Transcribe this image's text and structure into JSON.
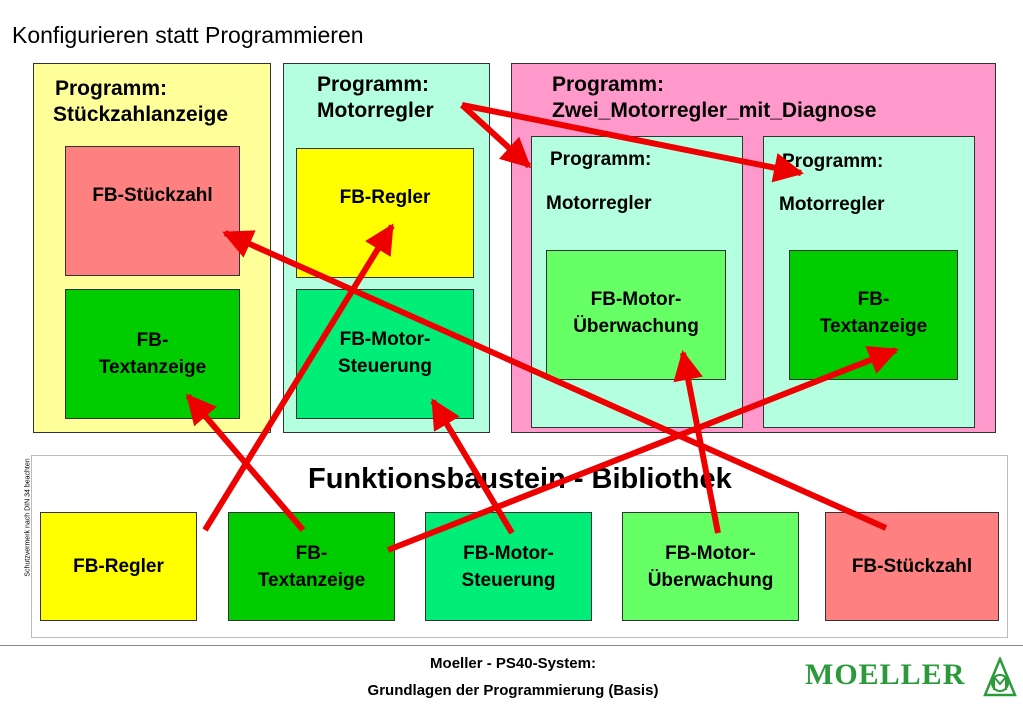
{
  "page_title": "Konfigurieren statt Programmieren",
  "colors": {
    "yellow_panel": "#ffff99",
    "mint_panel": "#b3ffdf",
    "pink_panel": "#ff99cc",
    "yellow_block": "#ffff00",
    "green_block": "#00cc00",
    "teal_block": "#00ee77",
    "light_green_block": "#66ff66",
    "salmon_block": "#ff8080",
    "arrow": "#ee0000",
    "logo": "#2b9a3a"
  },
  "programs": {
    "stueckzahl": {
      "title_line1": "Programm:",
      "title_line2": "Stückzahlanzeige",
      "block1": "FB-Stückzahl",
      "block2_line1": "FB-",
      "block2_line2": "Textanzeige"
    },
    "motorregler": {
      "title_line1": "Programm:",
      "title_line2": "Motorregler",
      "block1": "FB-Regler",
      "block2_line1": "FB-Motor-",
      "block2_line2": "Steuerung"
    },
    "zwei": {
      "title_line1": "Programm:",
      "title_line2": "Zwei_Motorregler_mit_Diagnose",
      "sub1": {
        "title_line1": "Programm:",
        "title_line2": "Motorregler",
        "block_line1": "FB-Motor-",
        "block_line2": "Überwachung"
      },
      "sub2": {
        "title_line1": "Programm:",
        "title_line2": "Motorregler",
        "block_line1": "FB-",
        "block_line2": "Textanzeige"
      }
    }
  },
  "library": {
    "title": "Funktionsbaustein - Bibliothek",
    "blocks": [
      {
        "line1": "FB-Regler",
        "line2": ""
      },
      {
        "line1": "FB-",
        "line2": "Textanzeige"
      },
      {
        "line1": "FB-Motor-",
        "line2": "Steuerung"
      },
      {
        "line1": "FB-Motor-",
        "line2": "Überwachung"
      },
      {
        "line1": "FB-Stückzahl",
        "line2": ""
      }
    ]
  },
  "side_note": "Schutzvermerk nach DIN 34 beachten",
  "footer": {
    "line1": "Moeller - PS40-System:",
    "line2": "Grundlagen der Programmierung (Basis)"
  },
  "logo": {
    "text": "MOELLER"
  }
}
